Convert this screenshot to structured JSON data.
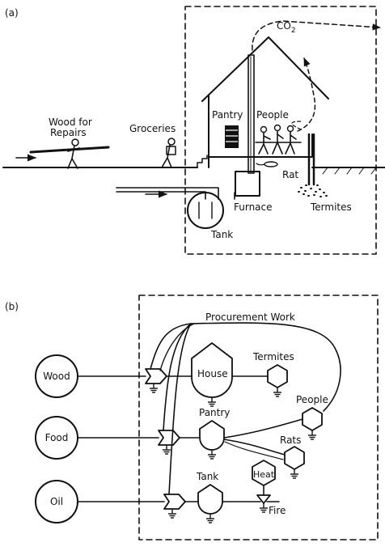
{
  "panel_a": {
    "tag": "(a)",
    "labels": {
      "co2": "CO",
      "co2_sub": "2",
      "wood_line1": "Wood for",
      "wood_line2": "Repairs",
      "groceries": "Groceries",
      "pantry": "Pantry",
      "people": "People",
      "rat": "Rat",
      "furnace": "Furnace",
      "tank": "Tank",
      "termites": "Termites"
    }
  },
  "panel_b": {
    "tag": "(b)",
    "labels": {
      "procurement": "Procurement Work",
      "wood": "Wood",
      "food": "Food",
      "oil": "Oil",
      "house": "House",
      "termites": "Termites",
      "people": "People",
      "pantry": "Pantry",
      "rats": "Rats",
      "tank": "Tank",
      "heat": "Heat",
      "fire": "Fire"
    }
  }
}
